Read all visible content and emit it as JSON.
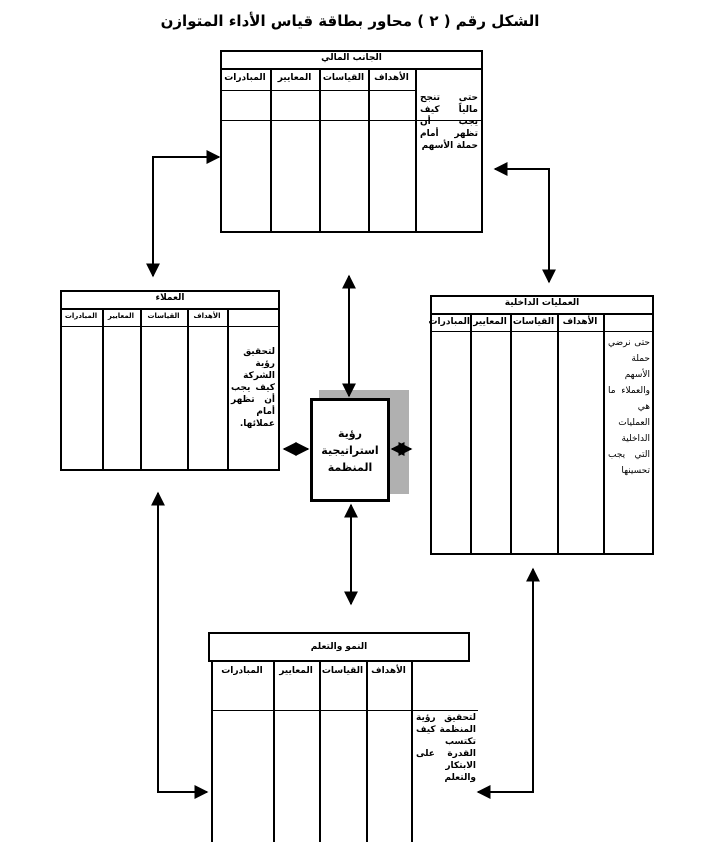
{
  "title": "الشكل رقم ( ٢ ) محاور بطاقة قياس الأداء المتوازن",
  "center": {
    "line1": "رؤية",
    "line2": "استراتيجية",
    "line3": "المنظمة"
  },
  "financial": {
    "header": "الجانب المالي",
    "columns": [
      "الأهداف",
      "القياسات",
      "المعايير",
      "المبادرات"
    ],
    "description": "حتى تنجح مالياً كيف يجب أن تظهر أمام حملة الأسهم"
  },
  "customers": {
    "header": "العملاء",
    "columns": [
      "الأهداف",
      "القياسات",
      "المعايير",
      "المبادرات"
    ],
    "description": "لتحقيق رؤية الشركة كيف يجب أن تظهر أمام عملائها."
  },
  "internal": {
    "header": "العمليات الداخلية",
    "columns": [
      "الأهداف",
      "القياسات",
      "المعايير",
      "المبادرات"
    ],
    "description": "حتى نرضي حملة الأسهم والعملاء ما هي العمليات الداخلية التي يجب تحسينها"
  },
  "growth": {
    "header": "النمو والتعلم",
    "columns": [
      "الأهداف",
      "القياسات",
      "المعايير",
      "المبادرات"
    ],
    "description": "لتحقيق رؤية المنظمة كيف تكتسب القدرة على الابتكار والتعلم"
  }
}
